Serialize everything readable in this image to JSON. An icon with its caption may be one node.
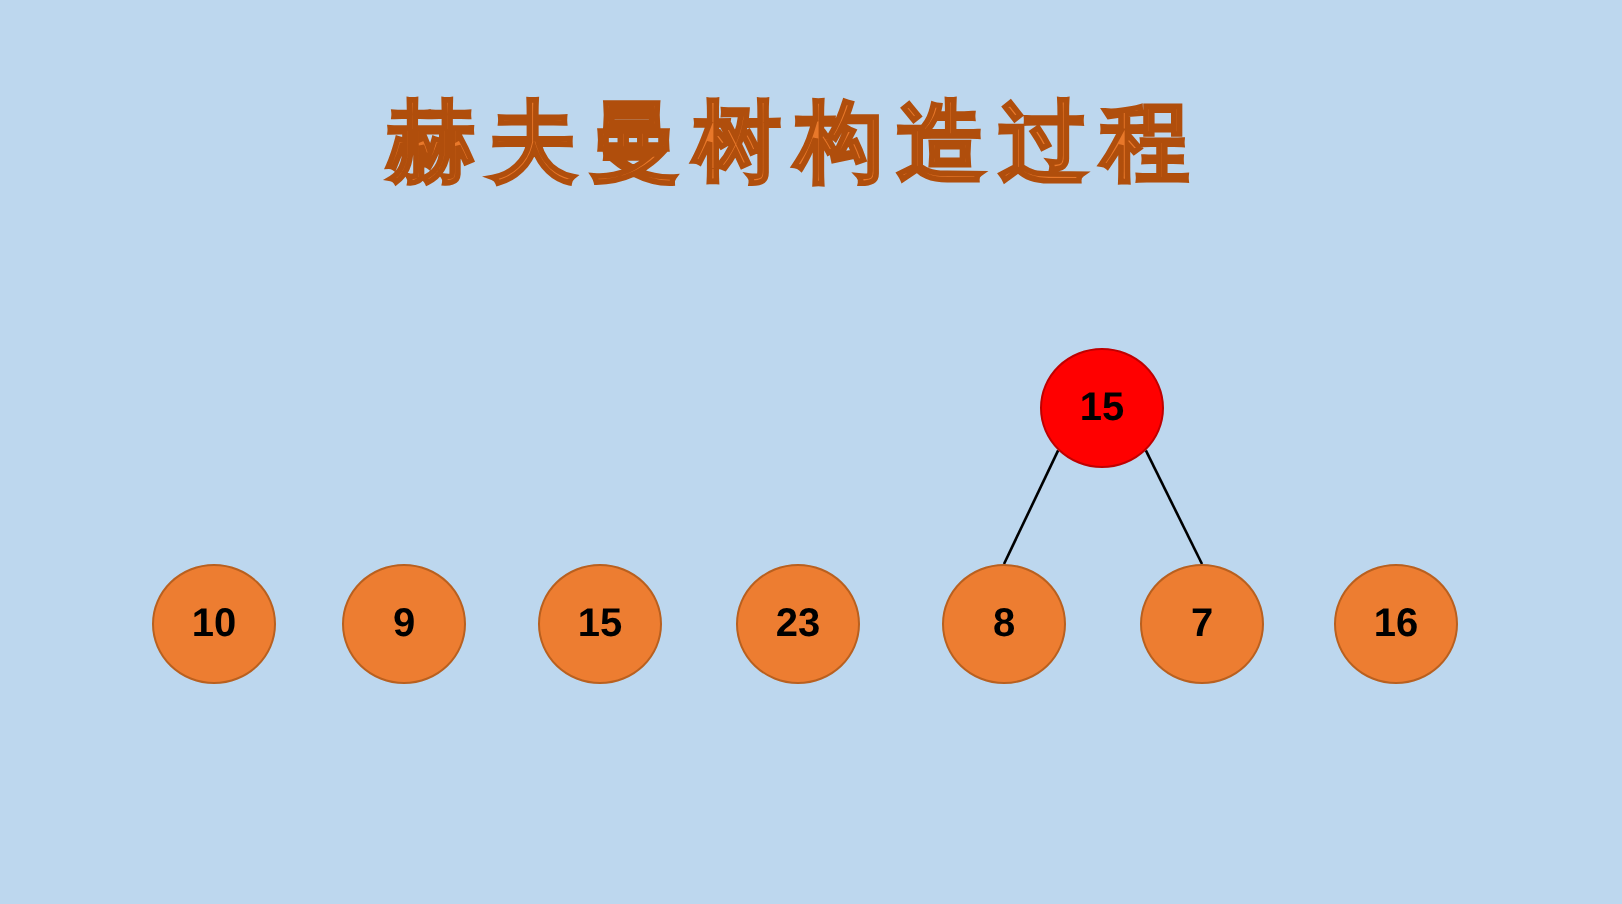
{
  "diagram": {
    "title": "赫夫曼树构造过程",
    "nodes": [
      {
        "text": [
          "15"
        ]
      },
      {
        "text": [
          "10"
        ]
      },
      {
        "text": [
          "9"
        ]
      },
      {
        "text": [
          "15"
        ]
      },
      {
        "text": [
          "23"
        ]
      },
      {
        "text": [
          "8"
        ]
      },
      {
        "text": [
          "7"
        ]
      },
      {
        "text": [
          "16"
        ]
      }
    ],
    "edges": [
      {
        "from": 0,
        "to": 5,
        "arrow": "none"
      },
      {
        "from": 0,
        "to": 6,
        "arrow": "none"
      }
    ]
  }
}
